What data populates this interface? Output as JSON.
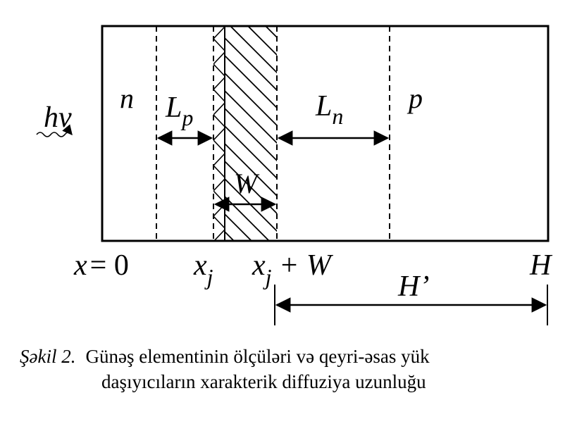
{
  "diagram": {
    "region_n": "n",
    "region_p": "p",
    "photon": "hν",
    "lp": {
      "base": "L",
      "sub": "p"
    },
    "ln": {
      "base": "L",
      "sub": "n"
    },
    "w": "W",
    "x0": "x = 0",
    "xj": {
      "base": "x",
      "sub": "j"
    },
    "xjw": {
      "base": "x",
      "sub": "j",
      "rest": " + W"
    },
    "h": "H",
    "hprime": "H’"
  },
  "caption": {
    "figure_label": "Şəkil 2.",
    "line1": "Günəş elementinin ölçüləri və qeyri-əsas yük",
    "line2": "daşıyıcıların xarakterik diffuziya uzunluğu"
  }
}
